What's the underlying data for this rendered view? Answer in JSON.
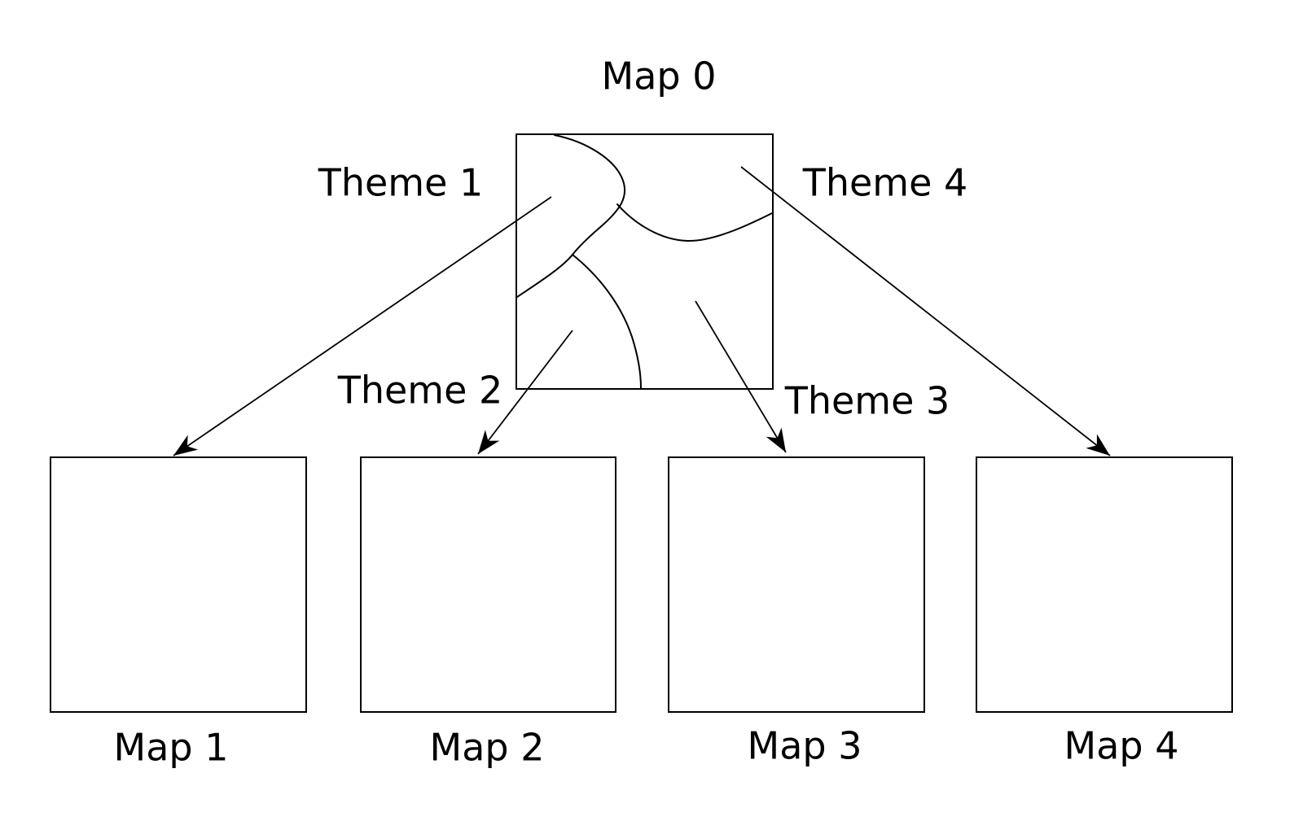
{
  "colors": {
    "background": "#ffffff",
    "line": "#000000",
    "text": "#000000"
  },
  "diagram": {
    "source_map": {
      "label": "Map 0"
    },
    "themes": [
      {
        "label": "Theme 1",
        "target_map": "Map 1"
      },
      {
        "label": "Theme 2",
        "target_map": "Map 2"
      },
      {
        "label": "Theme 3",
        "target_map": "Map 3"
      },
      {
        "label": "Theme 4",
        "target_map": "Map 4"
      }
    ],
    "maps": [
      {
        "label": "Map 1"
      },
      {
        "label": "Map 2"
      },
      {
        "label": "Map 3"
      },
      {
        "label": "Map 4"
      }
    ]
  }
}
